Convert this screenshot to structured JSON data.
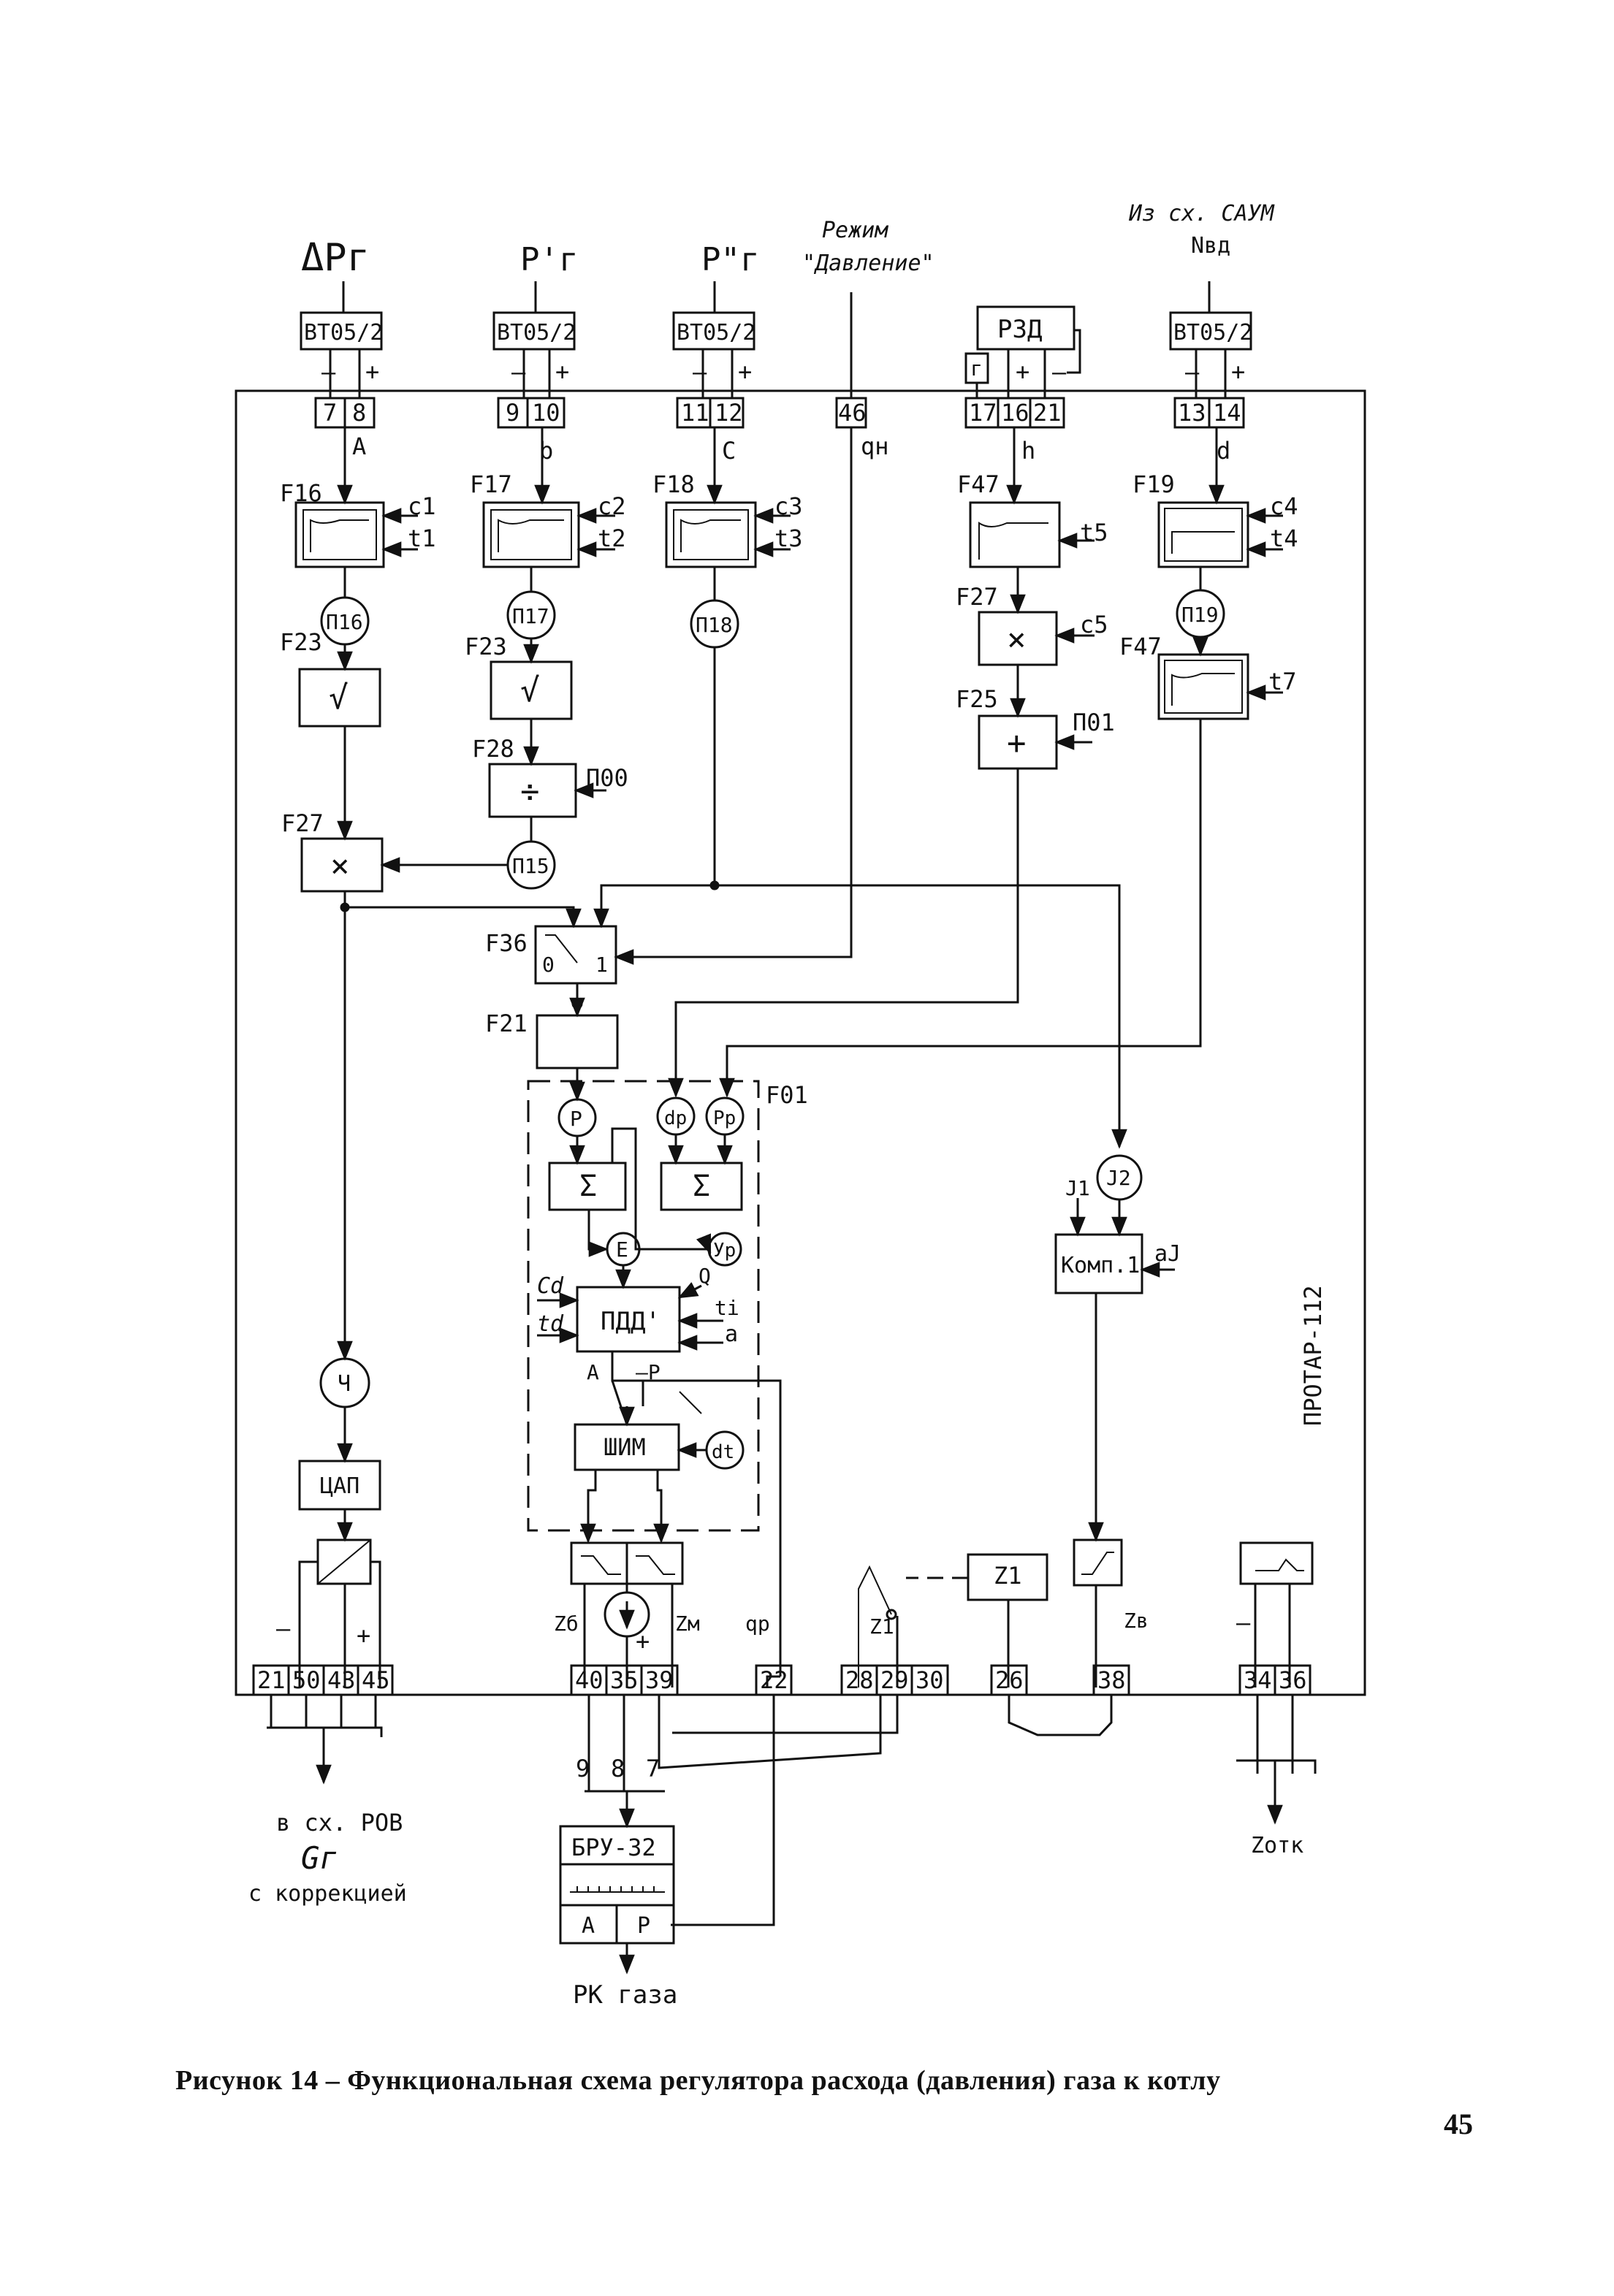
{
  "inputs": {
    "dp": "ΔPг",
    "p1": "P'г",
    "p2": "P\"г",
    "mode_line1": "Режим",
    "mode_line2": "\"Давление\"",
    "saum_line1": "Из сх. САУМ",
    "saum_line2": "Nвд"
  },
  "transducers": {
    "bt1": "ВТ05/2",
    "bt2": "ВТ05/2",
    "bt3": "ВТ05/2",
    "rzd": "РЗД",
    "bt4": "ВТ05/2",
    "r_box": "г",
    "minus": "–",
    "plus": "+"
  },
  "top_terminals": [
    "7",
    "8",
    "9",
    "10",
    "11",
    "12",
    "46",
    "17",
    "16",
    "21",
    "13",
    "14"
  ],
  "signals": {
    "A": "A",
    "b": "b",
    "C": "C",
    "qn": "qн",
    "h": "h",
    "d": "d"
  },
  "blocks": {
    "F16": "F16",
    "F17": "F17",
    "F18": "F18",
    "F47a": "F47",
    "F19": "F19",
    "F23a": "F23",
    "F23b": "F23",
    "F27a": "F27",
    "F27b": "F27",
    "F25": "F25",
    "F28": "F28",
    "F47b": "F47",
    "F36": "F36",
    "F21": "F21",
    "F01": "F01"
  },
  "params": {
    "c1": "c1",
    "t1": "t1",
    "c2": "c2",
    "t2": "t2",
    "c3": "c3",
    "t3": "t3",
    "t5": "t5",
    "c4": "c4",
    "t4": "t4",
    "c5": "c5",
    "P01": "П01",
    "P00": "П00",
    "t7": "t7"
  },
  "points": {
    "P16": "П16",
    "P17": "П17",
    "P18": "П18",
    "P19": "П19",
    "P15": "П15",
    "P": "P",
    "dp_pt": "dр",
    "Pp": "Pр",
    "E": "E",
    "Yp": "Ур",
    "J2": "J2",
    "Ch": "Ч",
    "dt": "dt"
  },
  "ops": {
    "sqrt": "√",
    "mult": "×",
    "div": "÷",
    "plus": "+",
    "sum": "Σ"
  },
  "switch": {
    "zero": "0",
    "one": "1"
  },
  "pdd": {
    "label": "ПДД'",
    "Cd": "Cd",
    "td": "td",
    "Q": "Q",
    "ti": "ti",
    "a": "a",
    "A": "A",
    "P": "–P"
  },
  "shim": "ШИМ",
  "comp": {
    "label": "Комп.1",
    "J1": "J1",
    "aJ": "aJ"
  },
  "cap": "ЦАП",
  "z1": "Z1",
  "device_label": "ПРОТАР-112",
  "outputs": {
    "Zb": "Zб",
    "Zm": "Zм",
    "qp": "qр",
    "Z1": "Z1",
    "Zv": "Zв",
    "minus": "–",
    "plus": "+"
  },
  "bottom_terminals": [
    "21",
    "50",
    "43",
    "45",
    "40",
    "35",
    "39",
    "22",
    "28",
    "29",
    "30",
    "26",
    "38",
    "34",
    "36"
  ],
  "wires": [
    "9",
    "8",
    "7"
  ],
  "bru": {
    "label": "БРУ-32",
    "A": "A",
    "P": "P"
  },
  "destinations": {
    "rov_line1": "в сх. РОВ",
    "rov_line2": "Gг",
    "rov_line3": "с коррекцией",
    "rk": "РК газа",
    "zotk": "Zотк"
  },
  "caption": "Рисунок 14 – Функциональная схема регулятора расхода (давления) газа к котлу",
  "page_number": "45"
}
